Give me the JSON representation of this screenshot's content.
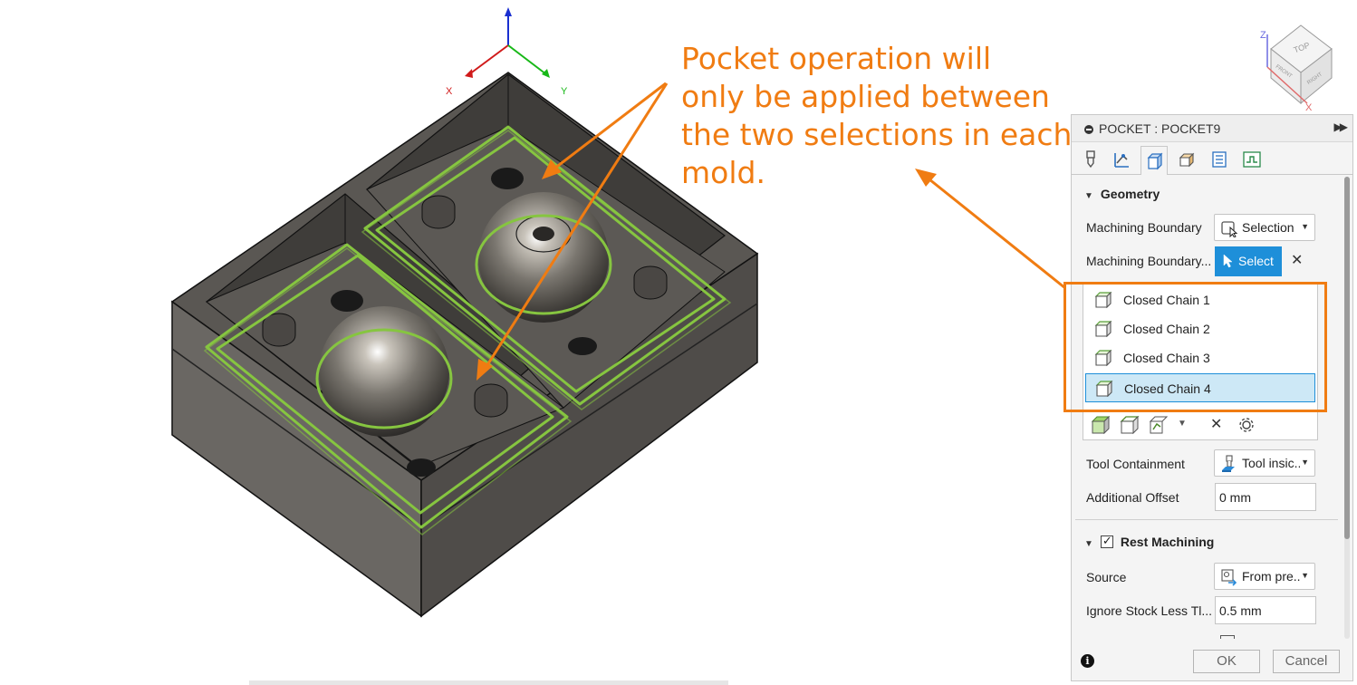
{
  "annotation": {
    "lines": [
      "Pocket operation will",
      "only be applied between",
      "the two selections in each",
      "mold."
    ],
    "color": "#f07c12"
  },
  "viewcube": {
    "top_label": "TOP",
    "front_label": "FRONT",
    "right_label": "RIGHT",
    "axis_z": "Z",
    "axis_x": "X"
  },
  "model_axes": {
    "x": "X",
    "y": "Y"
  },
  "dialog": {
    "title": "POCKET : POCKET9",
    "tabs": [
      "tool-tab",
      "geometry-wizard-tab",
      "geometry-tab",
      "heights-tab",
      "passes-tab",
      "linking-tab"
    ],
    "geometry": {
      "section_label": "Geometry",
      "machining_boundary_label": "Machining Boundary",
      "machining_boundary_value": "Selection",
      "boundary_selection_label": "Machining Boundary...",
      "select_button": "Select",
      "chains": [
        "Closed Chain 1",
        "Closed Chain 2",
        "Closed Chain 3",
        "Closed Chain 4"
      ],
      "selected_chain": "Closed Chain 4",
      "tool_containment_label": "Tool Containment",
      "tool_containment_value": "Tool insic...",
      "additional_offset_label": "Additional Offset",
      "additional_offset_value": "0 mm"
    },
    "rest_machining": {
      "section_label": "Rest Machining",
      "checked": true,
      "source_label": "Source",
      "source_value": "From pre...",
      "ignore_stock_label": "Ignore Stock Less Tl...",
      "ignore_stock_value": "0.5 mm"
    },
    "ok_label": "OK",
    "cancel_label": "Cancel"
  },
  "colors": {
    "accent": "#1e8fd9",
    "highlight": "#f07c12",
    "chain_green": "#86c540"
  }
}
